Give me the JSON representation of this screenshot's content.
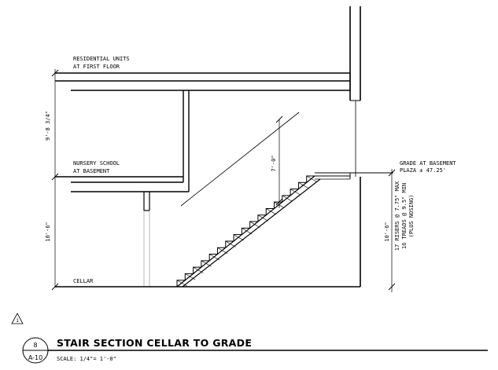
{
  "labels": {
    "residential_line1": "RESIDENTIAL UNITS",
    "residential_line2": "AT FIRST FLOOR",
    "nursery_line1": "NURSERY SCHOOL",
    "nursery_line2": "AT BASEMENT",
    "cellar": "CELLAR",
    "grade_line1": "GRADE AT BASEMENT",
    "grade_line2": "PLAZA ± 47.25'"
  },
  "dimensions": {
    "upper_height": "9'-8 3/4\"",
    "lower_height": "10'-6\"",
    "headroom": "7'-0\"",
    "stair_rise": "10'-6\"",
    "stair_note_line1": "17 RISERS @ 7.75\" MAX",
    "stair_note_line2": "16 TREADS @ 9.5\" MIN",
    "stair_note_line3": "(PLUS NOSING)"
  },
  "revision": "1",
  "title_block": {
    "detail_number": "8",
    "sheet_number": "A-10",
    "title": "STAIR SECTION CELLAR TO GRADE",
    "scale": "SCALE: 1/4\"= 1'-0\""
  },
  "stair": {
    "risers": 17,
    "treads": 16
  }
}
